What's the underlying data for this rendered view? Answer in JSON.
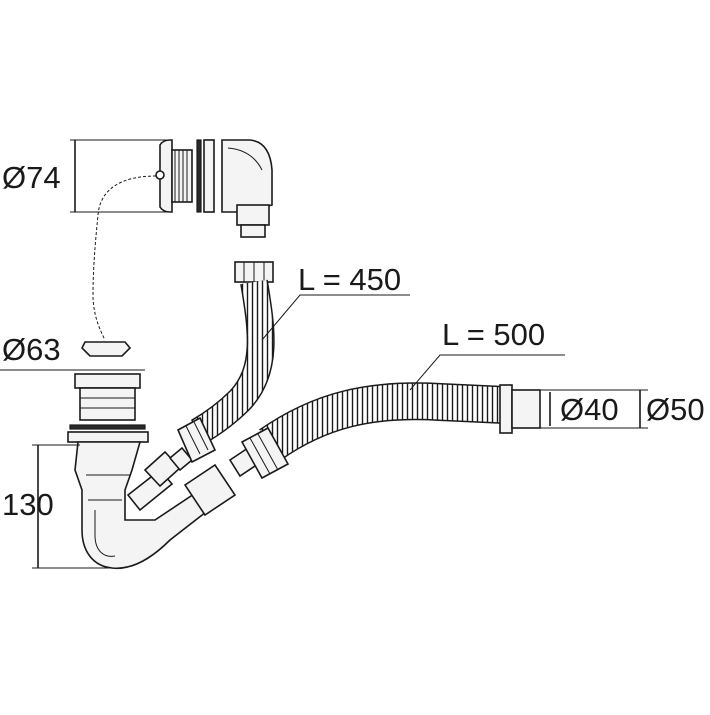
{
  "diagram": {
    "labels": {
      "overflow_diameter": "Ø74",
      "plug_diameter": "Ø63",
      "trap_height": "130",
      "overflow_hose_length": "L = 450",
      "drain_hose_length": "L = 500",
      "outlet_inner_diameter": "Ø40",
      "outlet_outer_diameter": "Ø50"
    },
    "colors": {
      "line": "#1a1a1a",
      "fill": "#f4f4f4",
      "background": "#ffffff"
    }
  }
}
